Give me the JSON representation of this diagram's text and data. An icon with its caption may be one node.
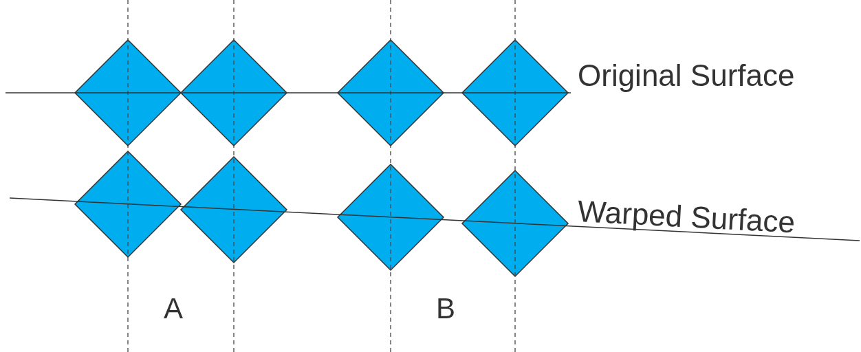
{
  "diagram": {
    "nodes": [
      {
        "text": [],
        "shape": "diamond"
      },
      {
        "text": [],
        "shape": "diamond"
      },
      {
        "text": [],
        "shape": "diamond"
      },
      {
        "text": [],
        "shape": "diamond"
      },
      {
        "text": [],
        "shape": "diamond"
      },
      {
        "text": [],
        "shape": "diamond"
      },
      {
        "text": [],
        "shape": "diamond"
      },
      {
        "text": [],
        "shape": "diamond"
      }
    ],
    "labels": [
      "Original Surface",
      "Warped Surface",
      "A",
      "B"
    ]
  }
}
